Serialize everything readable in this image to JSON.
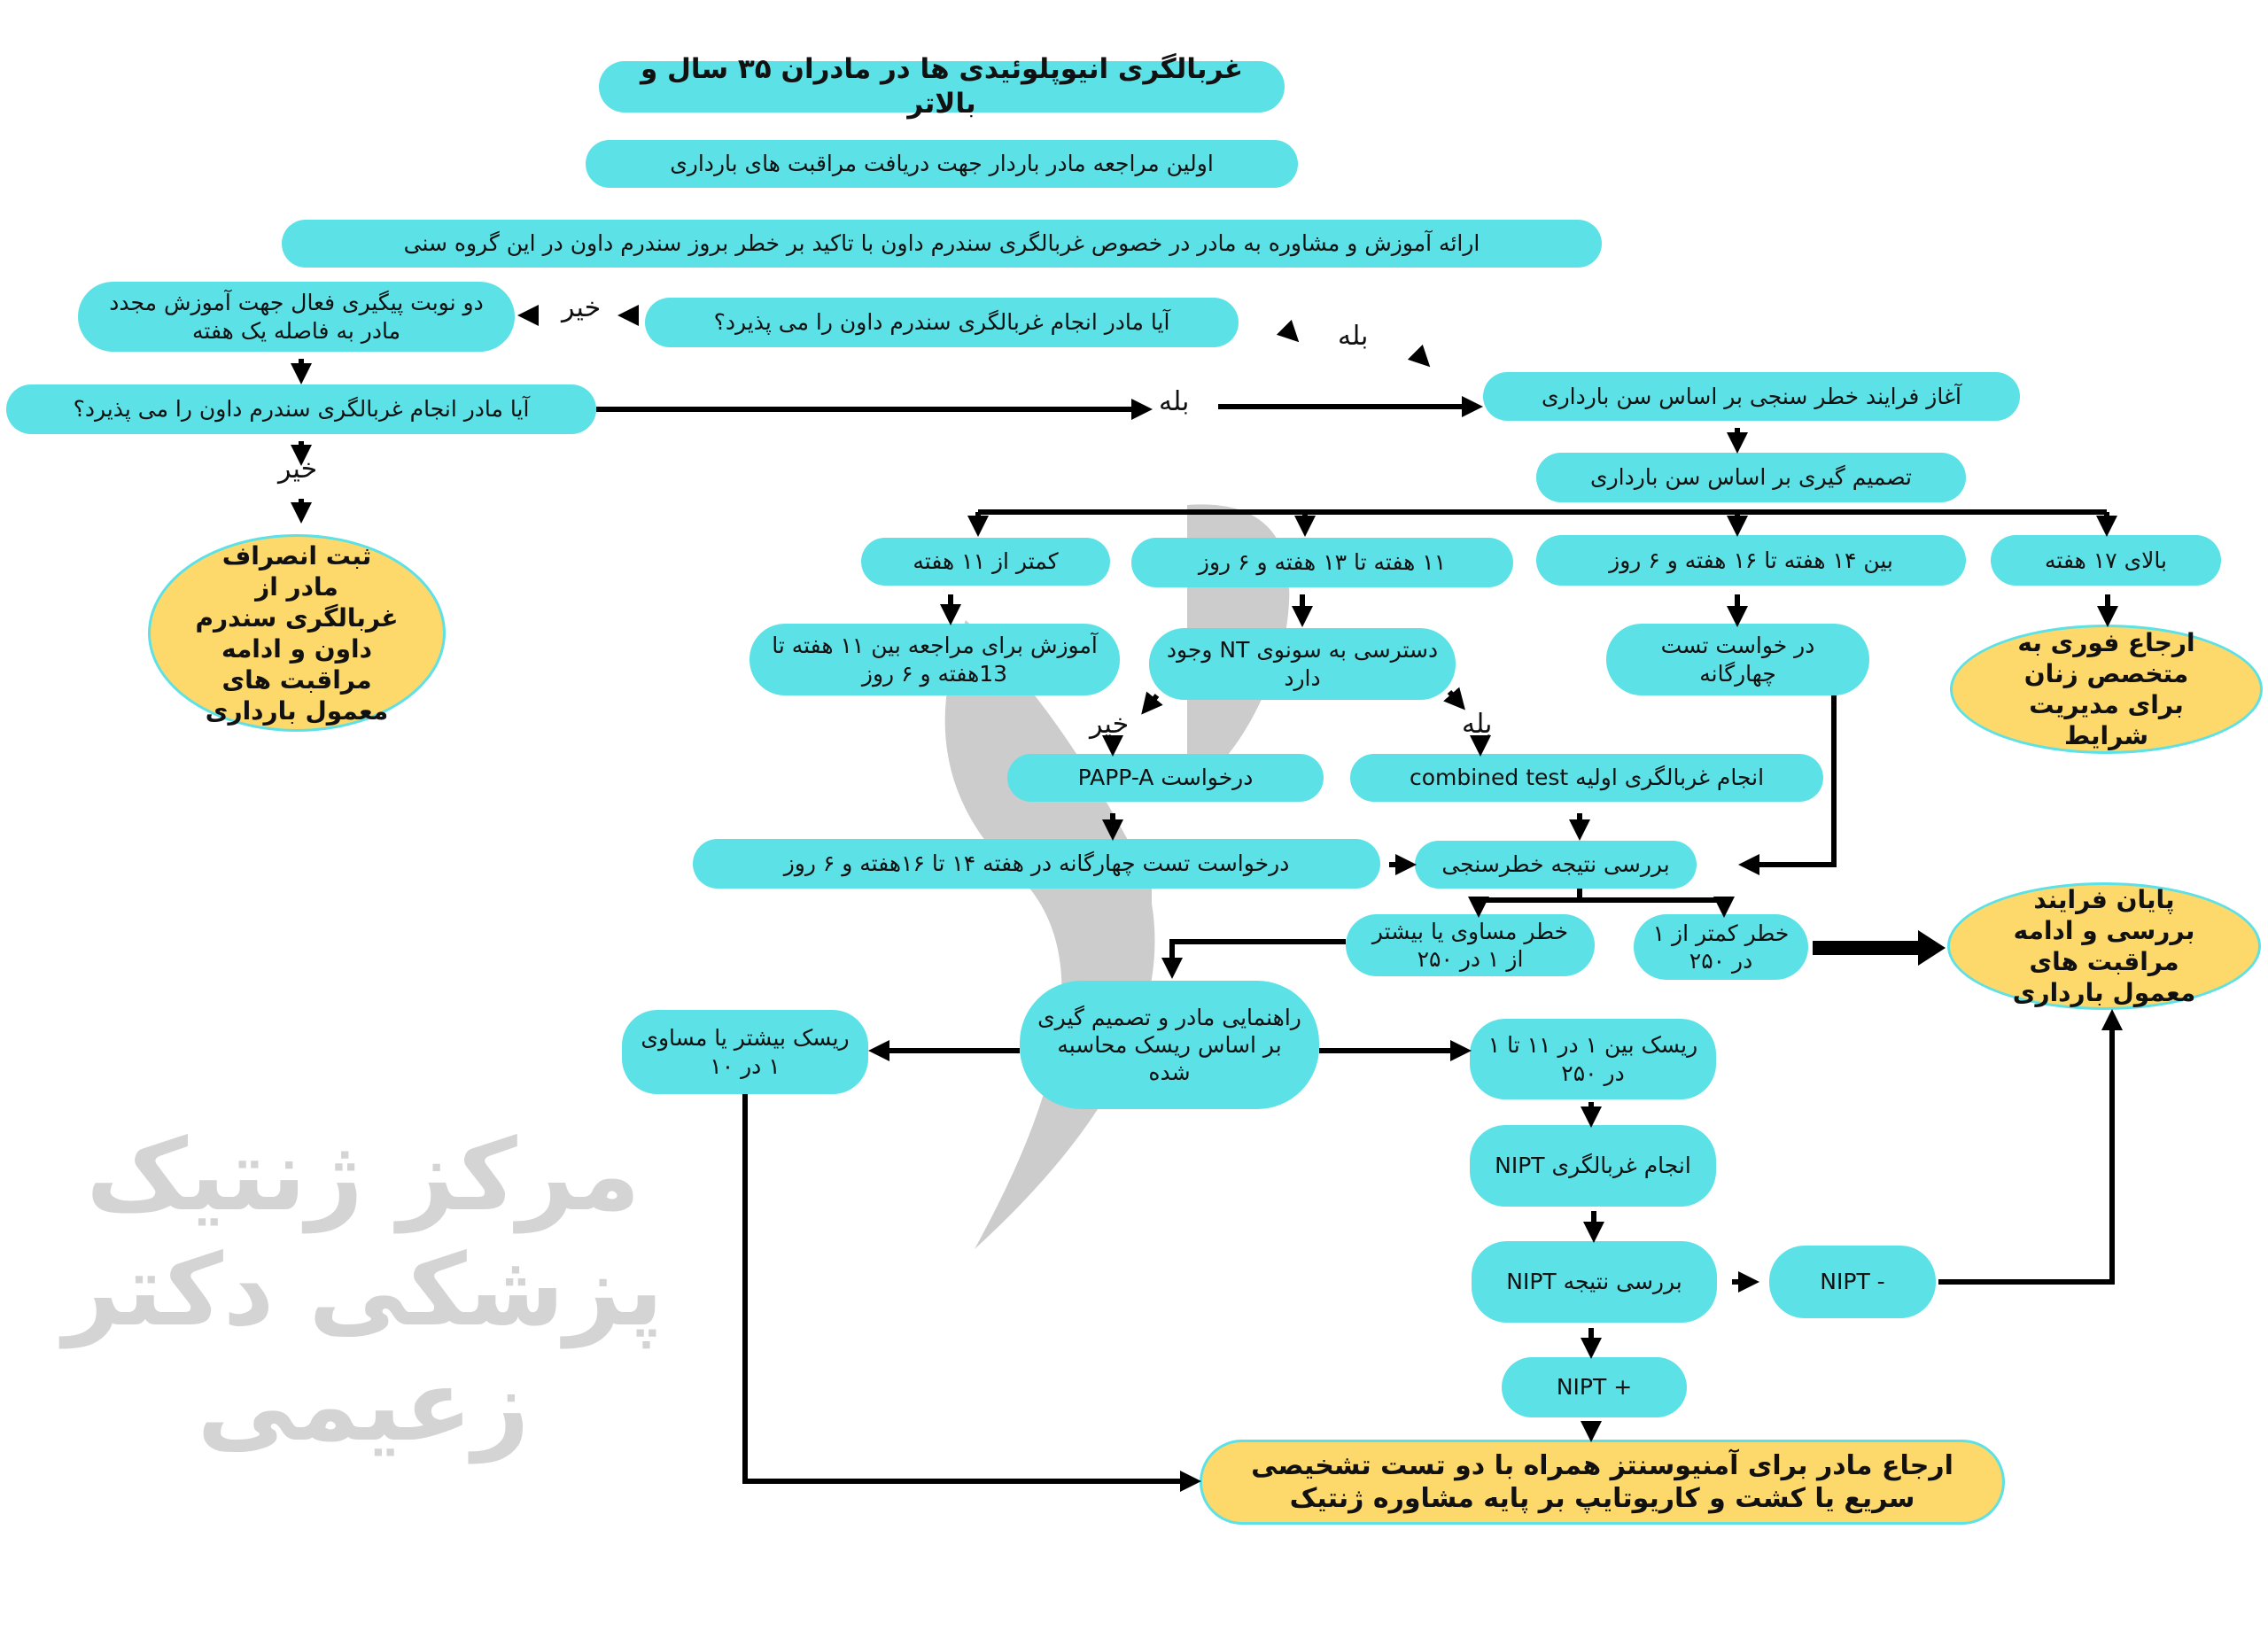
{
  "title": "غربالگری انیوپلوئیدی ها در مادران ۳۵ سال و بالاتر",
  "watermark": "مرکز ژنتیک پزشکی دکتر زعیمی",
  "nodes": {
    "first_visit": "اولین مراجعه مادر باردار جهت دریافت مراقبت های بارداری",
    "counseling": "ارائه آموزش و مشاوره به مادر در خصوص غربالگری سندرم داون با تاکید بر خطر بروز سندرم داون در این گروه سنی",
    "accept_q1": "آیا مادر انجام غربالگری سندرم داون را می پذیرد؟",
    "follow_up": "دو نوبت پیگیری فعال جهت آموزش مجدد مادر به فاصله یک هفته",
    "accept_q2": "آیا مادر انجام غربالگری سندرم داون را می پذیرد؟",
    "refusal": "ثبت انصراف مادر از غربالگری سندرم داون و ادامه مراقبت های معمول بارداری",
    "start_risk": "آغاز فرایند خطر سنجی بر اساس سن بارداری",
    "decide": "تصمیم گیری بر اساس سن بارداری",
    "lt11": "کمتر از ۱۱ هفته",
    "w11_13": "۱۱ هفته تا ۱۳ هفته و ۶ روز",
    "w14_16": "بین ۱۴ هفته تا ۱۶ هفته و ۶ روز",
    "gt17": "بالای ۱۷ هفته",
    "edu": "آموزش برای مراجعه بین ۱۱ هفته تا 13هفته و ۶ روز",
    "nt": "دسترسی به سونوی NT وجود دارد",
    "quad_req": "در خواست تست چهارگانه",
    "urgent": "ارجاع فوری به متخصص زنان برای مدیریت شرایط",
    "pappa": "درخواست PAPP-A",
    "combined": "انجام غربالگری اولیه combined test",
    "quad_14_16": "درخواست تست چهارگانه در هفته ۱۴ تا ۱۶هفته و ۶ روز",
    "review": "بررسی نتیجه خطرسنجی",
    "high_risk": "خطر مساوی یا بیشتر از ۱ در ۲۵۰",
    "low_risk": "خطر کمتر از ۱ در ۲۵۰",
    "end": "پایان فرایند بررسی و ادامه مراقبت های معمول بارداری",
    "guidance": "راهنمایی مادر و تصمیم گیری بر اساس ریسک محاسبه شده",
    "risk_10": "ریسک بیشتر یا مساوی ۱ در ۱۰",
    "risk_mid": "ریسک بین ۱ در ۱۱ تا ۱ در ۲۵۰",
    "nipt_do": "انجام غربالگری NIPT",
    "nipt_review": "بررسی نتیجه NIPT",
    "nipt_neg": "NIPT -",
    "nipt_pos": "NIPT +",
    "amnio": "ارجاع مادر برای آمنیوسنتز همراه با دو تست تشخیصی سریع یا کشت و کاریوتایپ بر پایه مشاوره ژنتیک"
  },
  "labels": {
    "no": "خیر",
    "yes": "بله"
  },
  "colors": {
    "box": "#5ce1e6",
    "terminal": "#fdd86b",
    "line": "#000000",
    "watermark": "#cccccc"
  }
}
